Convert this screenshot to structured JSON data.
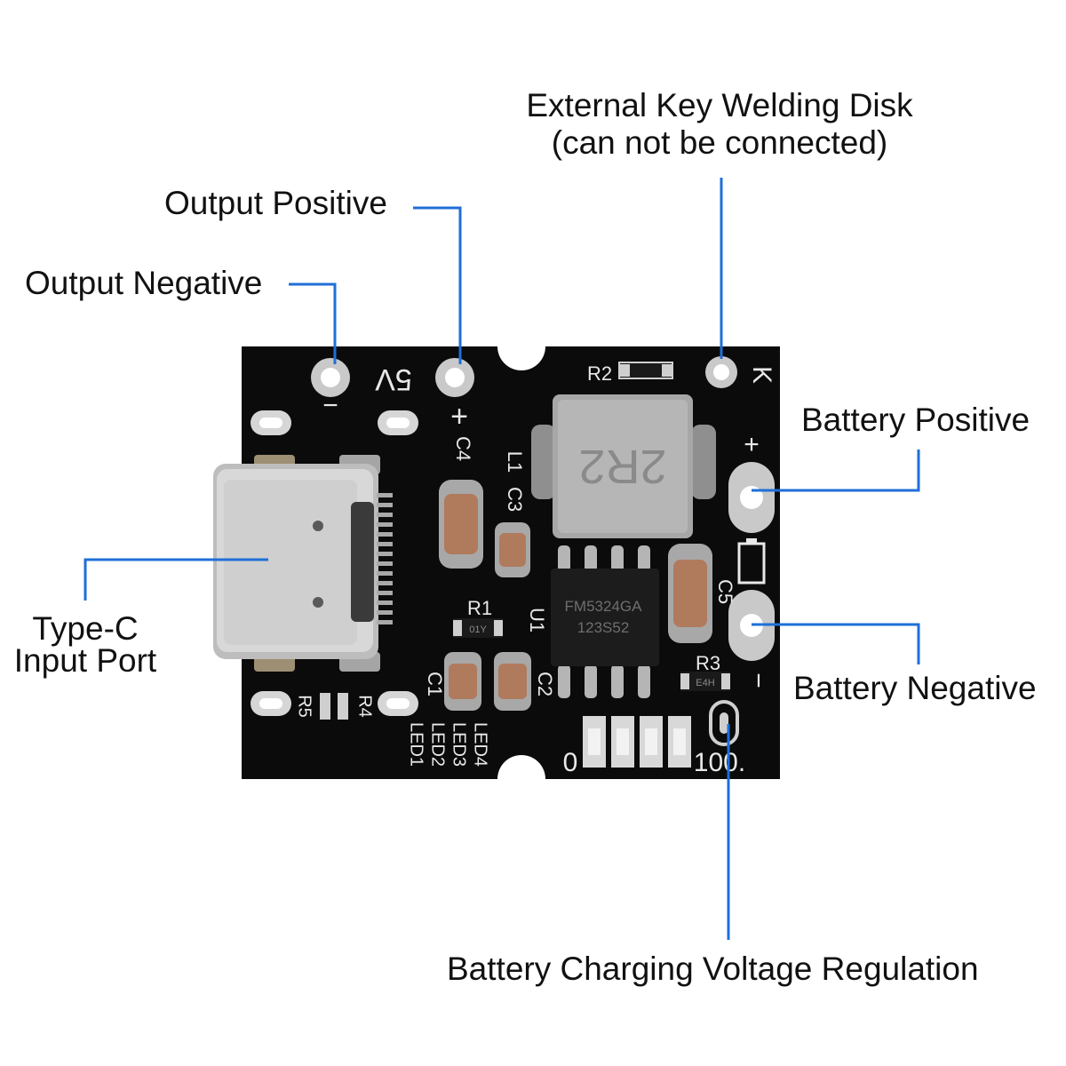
{
  "callouts": {
    "external_key": {
      "line1": "External Key Welding Disk",
      "line2": "(can not be connected)"
    },
    "output_positive": "Output Positive",
    "output_negative": "Output Negative",
    "battery_positive": "Battery Positive",
    "battery_negative": "Battery Negative",
    "type_c": {
      "line1": "Type-C",
      "line2": "Input Port"
    },
    "charging_regulation": "Battery Charging Voltage Regulation"
  },
  "silkscreen": {
    "output_voltage": "5V",
    "minus": "−",
    "plus": "+",
    "key": "K",
    "c4": "C4",
    "l1": "L1",
    "c3": "C3",
    "c5": "C5",
    "r2": "R2",
    "r1": "R1",
    "u1": "U1",
    "r3": "R3",
    "c1": "C1",
    "c2": "C2",
    "r4": "R4",
    "r5": "R5",
    "led1": "LED1",
    "led2": "LED2",
    "led3": "LED3",
    "led4": "LED4",
    "scale_low": "0",
    "scale_high": "100."
  },
  "components": {
    "inductor_marking": "2R2",
    "chip_line1": "FM5324GA",
    "chip_line2": "123S52",
    "r1_marking": "01Y",
    "r3_marking": "E4H"
  },
  "colors": {
    "pcb": "#0b0b0c",
    "leader": "#1f6fd8",
    "pad": "#c9c9c9",
    "silk": "#e8e8e8",
    "capacitor": "#b07a5d"
  }
}
